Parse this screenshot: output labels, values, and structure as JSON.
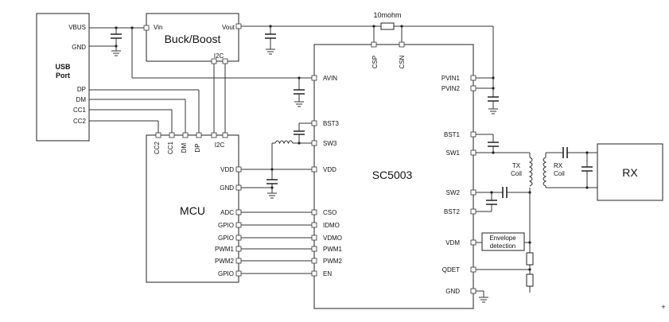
{
  "usb": {
    "line1": "USB",
    "line2": "Port",
    "vbus": "VBUS",
    "gnd": "GND",
    "dp": "DP",
    "dm": "DM",
    "cc1": "CC1",
    "cc2": "CC2"
  },
  "buck": {
    "title": "Buck/Boost",
    "vin": "Vin",
    "vout": "Vout",
    "i2c": "I2C"
  },
  "sense": {
    "value": "10mohm"
  },
  "sc": {
    "title": "SC5003",
    "csp": "CSP",
    "csn": "CSN",
    "left": {
      "avin": "AVIN",
      "bst3": "BST3",
      "sw3": "SW3",
      "vdd": "VDD",
      "cso": "CSO",
      "idmo": "IDMO",
      "vdmo": "VDMO",
      "pwm1": "PWM1",
      "pwm2": "PWM2",
      "en": "EN"
    },
    "right": {
      "pvin1": "PVIN1",
      "pvin2": "PVIN2",
      "bst1": "BST1",
      "sw1": "SW1",
      "sw2": "SW2",
      "bst2": "BST2",
      "vdm": "VDM",
      "qdet": "QDET",
      "gnd": "GND"
    }
  },
  "mcu": {
    "title": "MCU",
    "top": {
      "cc2": "CC2",
      "cc1": "CC1",
      "dm": "DM",
      "dp": "DP",
      "i2c": "I2C"
    },
    "right": {
      "vdd": "VDD",
      "gnd": "GND",
      "adc": "ADC",
      "gpio1": "GPIO",
      "gpio2": "GPIO",
      "pwm1": "PWM1",
      "pwm2": "PWM2",
      "gpio3": "GPIO"
    }
  },
  "tx": {
    "line1": "TX",
    "line2": "Coil"
  },
  "rxcoil": {
    "line1": "RX",
    "line2": "Coil"
  },
  "rx": {
    "title": "RX"
  },
  "env": {
    "line1": "Envelope",
    "line2": "detection"
  },
  "mark": {
    "plus": "+"
  }
}
